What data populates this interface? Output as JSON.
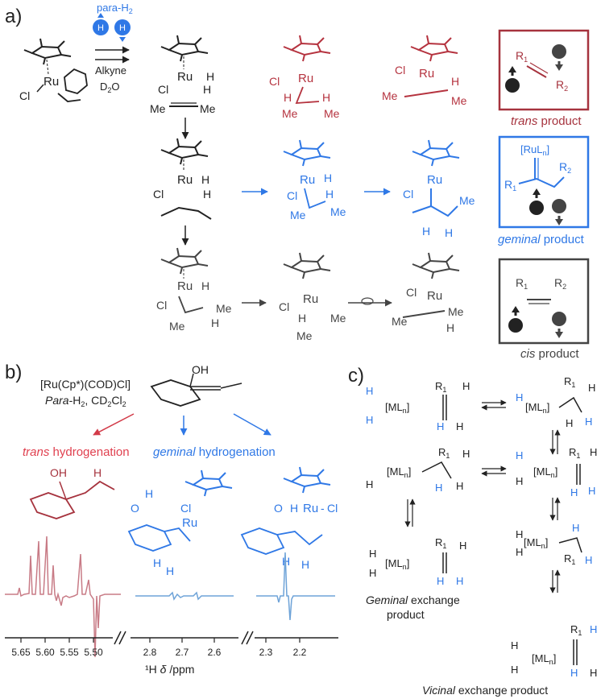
{
  "panels": {
    "a": "a)",
    "b": "b)",
    "c": "c)"
  },
  "panel_a": {
    "reagent_para": "para-H",
    "reagent_para_sub": "2",
    "reagent_alkyne": "Alkyne",
    "reagent_d2o": "D",
    "reagent_d2o_sub": "2",
    "reagent_d2o_tail": "O",
    "atoms": {
      "ru": "Ru",
      "cl": "Cl",
      "h": "H",
      "me": "Me",
      "r1": "R",
      "r2": "R",
      "sub1": "1",
      "sub2": "2",
      "ruln": "[RuL",
      "ruln_sub": "n",
      "ruln_close": "]"
    },
    "boxes": [
      {
        "label_em": "trans",
        "label_rest": " product",
        "color": "#a6333e"
      },
      {
        "label_em": "geminal",
        "label_rest": " product",
        "color": "#2f78e6"
      },
      {
        "label_em": "cis",
        "label_rest": " product",
        "color": "#444444"
      }
    ],
    "colors": {
      "trans": "#b5333f",
      "geminal": "#2f78e6",
      "cis": "#444444",
      "dark": "#222222"
    }
  },
  "panel_b": {
    "catalyst": "[Ru(Cp*)(COD)Cl]",
    "conditions_em": "Para",
    "conditions_rest": "-H",
    "conditions_sub": "2",
    "conditions_tail": ", CD",
    "conditions_sub2": "2",
    "conditions_cl": "Cl",
    "conditions_sub3": "2",
    "oh": "OH",
    "trans_em": "trans",
    "trans_rest": " hydrogenation",
    "geminal_em": "geminal",
    "geminal_rest": " hydrogenation",
    "trans_color": "#e0404f",
    "geminal_color": "#2f78e6",
    "spectrum_trans_color": "#c87b86",
    "spectrum_gem_color": "#6ea3d8",
    "axis_label_prefix": "¹H ",
    "axis_label_delta": "δ",
    "axis_label_unit": " /ppm",
    "ticks_seg1": [
      "5.65",
      "5.60",
      "5.55",
      "5.50"
    ],
    "ticks_seg2": [
      "2.8",
      "2.7",
      "2.6"
    ],
    "ticks_seg3": [
      "2.3",
      "2.2"
    ]
  },
  "panel_c": {
    "atoms": {
      "h": "H",
      "ml": "[ML",
      "ml_sub": "n",
      "ml_close": "]",
      "r1": "R",
      "sub1": "1"
    },
    "geminal_em": "Geminal",
    "geminal_rest": " exchange",
    "geminal_line2": "product",
    "vicinal_em": "Vicinal",
    "vicinal_rest": " exchange product",
    "blue": "#2f78e6"
  }
}
